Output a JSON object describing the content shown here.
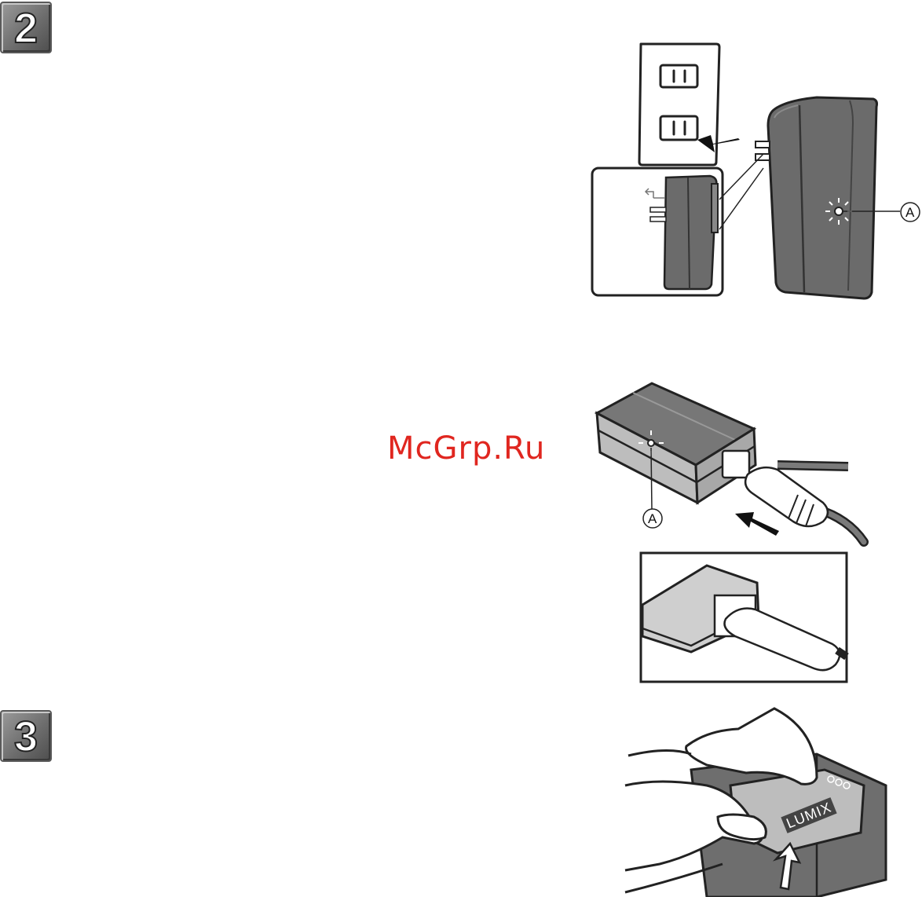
{
  "steps": [
    {
      "number": "2"
    },
    {
      "number": "3"
    }
  ],
  "watermark": "McGrp.Ru",
  "callouts": {
    "label_a": "A"
  },
  "product": {
    "brand_mark": "LUMIX"
  }
}
